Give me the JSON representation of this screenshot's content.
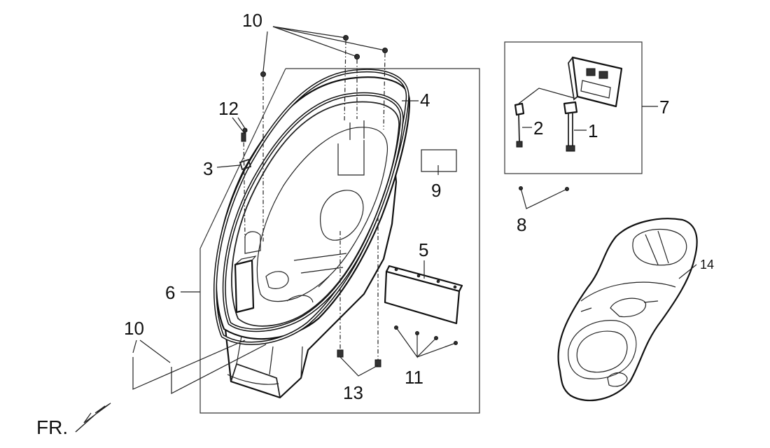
{
  "labels": {
    "l1": "1",
    "l2": "2",
    "l3": "3",
    "l4": "4",
    "l5": "5",
    "l6": "6",
    "l7": "7",
    "l8": "8",
    "l9": "9",
    "l10_top": "10",
    "l10_left": "10",
    "l11": "11",
    "l12": "12",
    "l13": "13",
    "l14": "14"
  },
  "front_marker": "FR."
}
